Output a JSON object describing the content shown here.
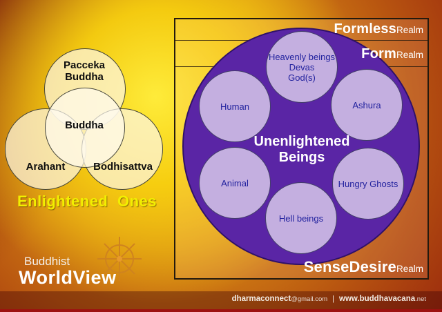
{
  "palette": {
    "background_glow": "#ffe92a",
    "background_edge": "#7f0f0f",
    "samsara_circle_purple": "#5a25a5",
    "realm_circle_lavender": "#c4afe0",
    "realm_circle_text_blue": "#22229e",
    "venn_circle_cream": "#f7efd9",
    "enlightened_title_yellow": "#f2ef00",
    "wheel_orange": "#cf831f",
    "footer_bar_red": "#740808"
  },
  "enlightened": {
    "title": "Enlightened Ones",
    "pacceka": "Pacceka\nBuddha",
    "buddha": "Buddha",
    "arahant": "Arahant",
    "bodhisattva": "Bodhisattva"
  },
  "realms": {
    "formless": {
      "name": "Formless",
      "suffix": "Realm"
    },
    "form": {
      "name": "Form",
      "suffix": "Realm"
    },
    "sense_desire": {
      "name": "SenseDesire",
      "suffix": "Realm"
    }
  },
  "unenlightened": {
    "title": "Unenlightened\nBeings",
    "heavenly": "Heavenly beings\nDevas\nGod(s)",
    "human": "Human",
    "ashura": "Ashura",
    "animal": "Animal",
    "hungry_ghosts": "Hungry Ghosts",
    "hell": "Hell beings"
  },
  "brand": {
    "line1": "Buddhist",
    "line2": "WorldView"
  },
  "footer": {
    "email_bold": "dharmaconnect",
    "email_rest": "@gmail.com",
    "separator": "|",
    "site_bold": "www.buddhavacana",
    "site_rest": ".net"
  }
}
